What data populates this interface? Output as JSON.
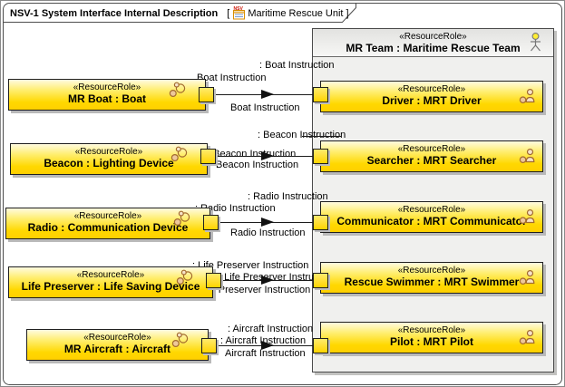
{
  "frame": {
    "title": "NSV-1 System Interface Internal Description",
    "open_bracket": "[",
    "close_bracket": "]",
    "diagram_name": "Maritime Rescue Unit"
  },
  "team_container": {
    "stereotype": "«ResourceRole»",
    "name": "MR Team : Maritime Rescue Team"
  },
  "left_boxes": [
    {
      "stereotype": "«ResourceRole»",
      "name": "MR Boat : Boat"
    },
    {
      "stereotype": "«ResourceRole»",
      "name": "Beacon : Lighting Device"
    },
    {
      "stereotype": "«ResourceRole»",
      "name": "Radio : Communication Device"
    },
    {
      "stereotype": "«ResourceRole»",
      "name": "Life Preserver : Life Saving Device"
    },
    {
      "stereotype": "«ResourceRole»",
      "name": "MR Aircraft : Aircraft"
    }
  ],
  "right_boxes": [
    {
      "stereotype": "«ResourceRole»",
      "name": "Driver : MRT Driver"
    },
    {
      "stereotype": "«ResourceRole»",
      "name": "Searcher : MRT Searcher"
    },
    {
      "stereotype": "«ResourceRole»",
      "name": "Communicator : MRT Communicator"
    },
    {
      "stereotype": "«ResourceRole»",
      "name": "Rescue Swimmer : MRT Swimmer"
    },
    {
      "stereotype": "«ResourceRole»",
      "name": "Pilot : MRT Pilot"
    }
  ],
  "connections": [
    {
      "top_label": ": Boat Instruction",
      "mid_label": "Boat Instruction",
      "bottom_label": "Boat Instruction"
    },
    {
      "top_label": ": Beacon Instruction",
      "mid_label": ": Beacon Instruction",
      "bottom_label": "Beacon Instruction"
    },
    {
      "top_label": ": Radio Instruction",
      "mid_label": ": Radio Instruction",
      "bottom_label": "Radio Instruction"
    },
    {
      "top_label": ": Life Preserver Instruction",
      "mid_label": ": Life Preserver Instruction",
      "bottom_label": "Life Preserver Instruction"
    },
    {
      "top_label": ": Aircraft Instruction",
      "mid_label": ": Aircraft Instruction",
      "bottom_label": "Aircraft Instruction"
    }
  ],
  "colors": {
    "box_yellow_top": "#fffbe0",
    "box_yellow_bottom": "#ffd000",
    "box_border": "#1f1f1f",
    "shadow": "#b9b9b9",
    "container_bg": "#f0f0ee",
    "connector": "#1c1c1c",
    "icon_tan": "#eec89a",
    "icon_stroke": "#a26a2e"
  }
}
